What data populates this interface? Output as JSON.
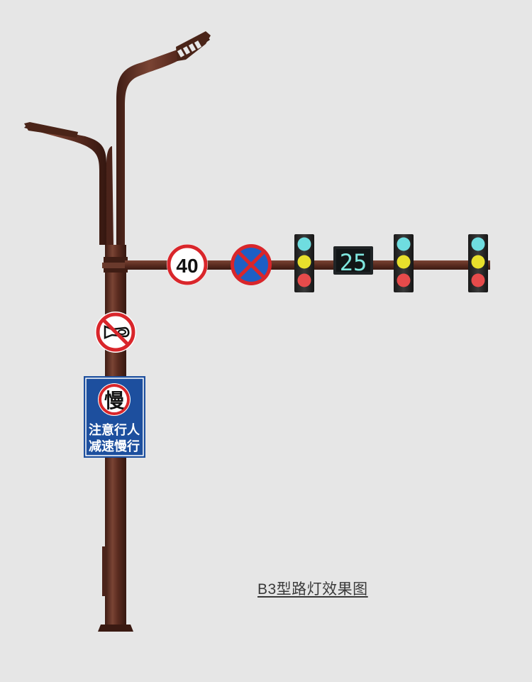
{
  "caption": "B3型路灯效果图",
  "speed_limit_sign": {
    "value": "40",
    "color_ring": "#d9262b"
  },
  "no_stopping_sign": {
    "icon": "no-stopping-icon",
    "color_field": "#1e5fc4",
    "color_ring": "#d9262b"
  },
  "no_honking_sign": {
    "icon": "no-honking-icon",
    "color_ring": "#d9262b"
  },
  "slow_sign": {
    "symbol": "慢",
    "line1": "注意行人",
    "line2": "减速慢行",
    "color_panel": "#1d4f9e"
  },
  "countdown_display": {
    "value": "25",
    "color_digits": "#7fe6de"
  },
  "traffic_lights": [
    {
      "id": "light-1",
      "colors": [
        "#6fdde0",
        "#e8e02c",
        "#e64b4b"
      ]
    },
    {
      "id": "light-2",
      "colors": [
        "#6fdde0",
        "#e8e02c",
        "#e64b4b"
      ]
    },
    {
      "id": "light-3",
      "colors": [
        "#6fdde0",
        "#e8e02c",
        "#e64b4b"
      ]
    }
  ],
  "pole_color": "#5e2f22"
}
